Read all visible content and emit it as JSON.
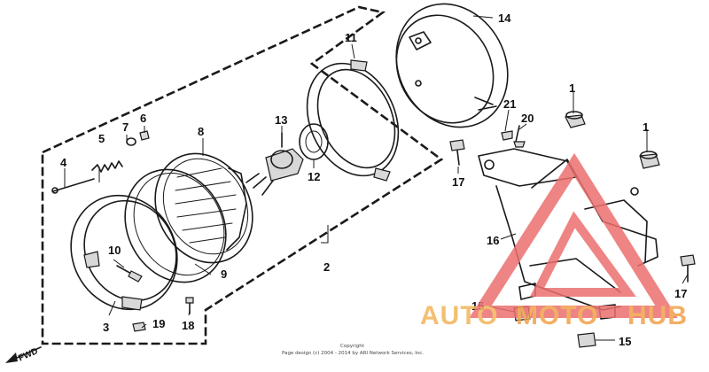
{
  "diagram": {
    "callouts": [
      {
        "id": "1a",
        "label": "1"
      },
      {
        "id": "1b",
        "label": "1"
      },
      {
        "id": "2",
        "label": "2"
      },
      {
        "id": "3",
        "label": "3"
      },
      {
        "id": "4",
        "label": "4"
      },
      {
        "id": "5",
        "label": "5"
      },
      {
        "id": "6",
        "label": "6"
      },
      {
        "id": "7",
        "label": "7"
      },
      {
        "id": "8",
        "label": "8"
      },
      {
        "id": "9",
        "label": "9"
      },
      {
        "id": "10",
        "label": "10"
      },
      {
        "id": "11",
        "label": "11"
      },
      {
        "id": "12",
        "label": "12"
      },
      {
        "id": "13",
        "label": "13"
      },
      {
        "id": "14",
        "label": "14"
      },
      {
        "id": "15a",
        "label": "15"
      },
      {
        "id": "15b",
        "label": "15"
      },
      {
        "id": "16",
        "label": "16"
      },
      {
        "id": "17a",
        "label": "17"
      },
      {
        "id": "17b",
        "label": "17"
      },
      {
        "id": "18",
        "label": "18"
      },
      {
        "id": "19",
        "label": "19"
      },
      {
        "id": "20",
        "label": "20"
      },
      {
        "id": "21",
        "label": "21"
      }
    ],
    "direction_label": "FWD",
    "copyright_line1": "Copyright",
    "copyright_line2": "Page design (c) 2004 - 2014 by ARI Network Services, Inc."
  },
  "watermark": {
    "text_part1": "AUTO",
    "text_part2": "MOTO",
    "text_part3": "HUB",
    "colors": {
      "part1": "#f2b55a",
      "part2": "#f0a24a",
      "part3": "#f0a24a",
      "triangle": "#ec6f6f"
    }
  }
}
